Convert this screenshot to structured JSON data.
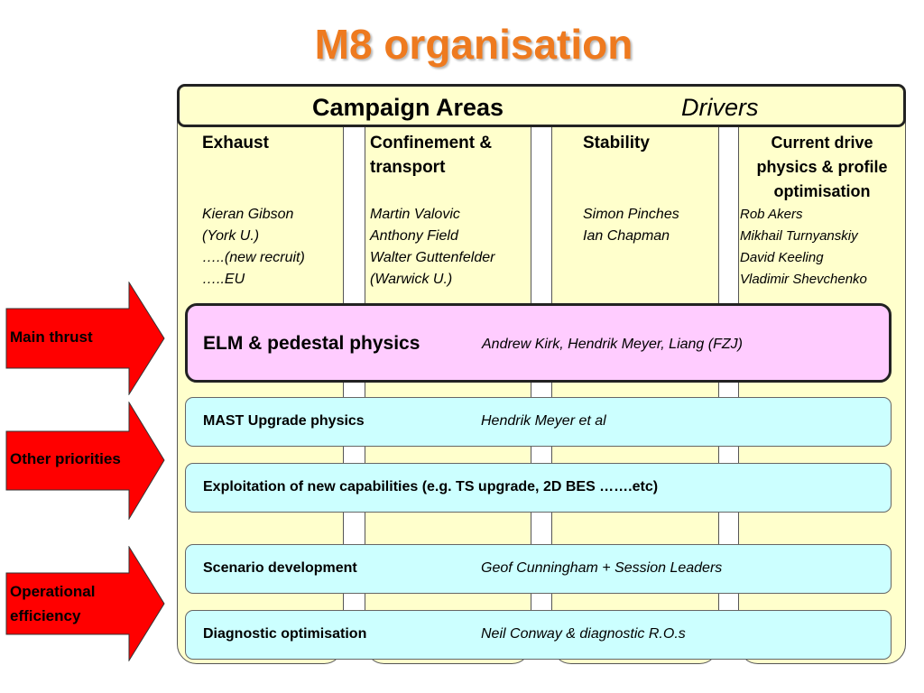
{
  "title": "M8 organisation",
  "header": {
    "main": "Campaign Areas",
    "drivers": "Drivers"
  },
  "columns": [
    {
      "heading": [
        "Exhaust"
      ],
      "names": [
        "Kieran Gibson",
        "(York U.)",
        "…..(new recruit)",
        "…..EU"
      ]
    },
    {
      "heading": [
        "Confinement &",
        "transport"
      ],
      "names": [
        "Martin Valovic",
        "Anthony Field",
        "Walter Guttenfelder",
        "(Warwick U.)"
      ]
    },
    {
      "heading": [
        "Stability"
      ],
      "names": [
        "Simon Pinches",
        "Ian Chapman"
      ]
    },
    {
      "heading": [
        "Current drive",
        "physics & profile",
        "optimisation"
      ],
      "names": [
        "Rob Akers",
        "Mikhail Turnyanskiy",
        "David Keeling",
        "Vladimir Shevchenko"
      ]
    }
  ],
  "bands": {
    "elm": {
      "label": "ELM & pedestal physics",
      "people": "Andrew Kirk, Hendrik Meyer,  Liang (FZJ)"
    },
    "mast": {
      "label": "MAST Upgrade physics",
      "people": "Hendrik Meyer et al"
    },
    "exploitation": {
      "label": "Exploitation of new capabilities (e.g. TS upgrade, 2D BES …….etc)"
    },
    "scenario": {
      "label": "Scenario development",
      "people": "Geof Cunningham + Session Leaders"
    },
    "diagnostic": {
      "label": "Diagnostic optimisation",
      "people": "Neil Conway & diagnostic R.O.s"
    }
  },
  "arrows": {
    "main": [
      "Main thrust"
    ],
    "other": [
      "Other priorities"
    ],
    "operational": [
      "Operational",
      "efficiency"
    ]
  },
  "colors": {
    "title": "#ee7a1f",
    "columns": "#ffffcc",
    "elm": "#ffccff",
    "bands": "#ccffff",
    "arrows": "#ff0000"
  }
}
